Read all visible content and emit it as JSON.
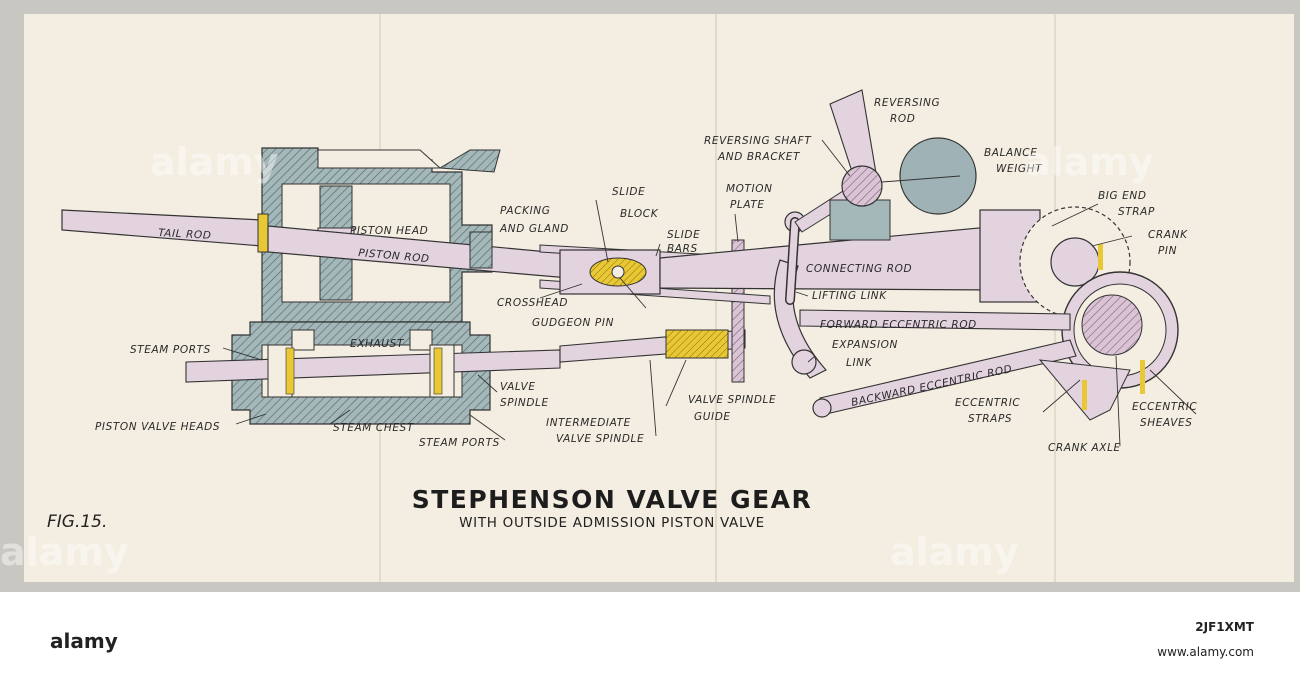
{
  "title": "STEPHENSON VALVE GEAR",
  "subtitle": "WITH OUTSIDE ADMISSION PISTON VALVE",
  "figure_label": "FIG.15.",
  "labels": {
    "reversing_rod": [
      "REVERSING",
      "ROD"
    ],
    "reversing_shaft": [
      "REVERSING SHAFT",
      "AND BRACKET"
    ],
    "balance_weight": [
      "BALANCE",
      "WEIGHT"
    ],
    "big_end_strap": [
      "BIG END",
      "STRAP"
    ],
    "crank_pin": [
      "CRANK",
      "PIN"
    ],
    "motion_plate": [
      "MOTION",
      "PLATE"
    ],
    "slide_block": [
      "SLIDE",
      "BLOCK"
    ],
    "packing_gland": [
      "PACKING",
      "AND GLAND"
    ],
    "slide_bars": [
      "SLIDE",
      "BARS"
    ],
    "tail_rod": "TAIL ROD",
    "piston_head": "PISTON HEAD",
    "piston_rod": "PISTON ROD",
    "connecting_rod": "CONNECTING ROD",
    "crosshead": "CROSSHEAD",
    "lifting_link": "LIFTING LINK",
    "gudgeon_pin": "GUDGEON PIN",
    "forward_eccentric_rod": "FORWARD ECCENTRIC ROD",
    "expansion_link": [
      "EXPANSION",
      "LINK"
    ],
    "steam_ports_top": "STEAM PORTS",
    "exhaust": "EXHAUST",
    "backward_eccentric_rod": "BACKWARD ECCENTRIC ROD",
    "valve_spindle": [
      "VALVE",
      "SPINDLE"
    ],
    "valve_spindle_guide": [
      "VALVE SPINDLE",
      "GUIDE"
    ],
    "eccentric_straps": [
      "ECCENTRIC",
      "STRAPS"
    ],
    "eccentric_sheaves": [
      "ECCENTRIC",
      "SHEAVES"
    ],
    "piston_valve_heads": "PISTON VALVE HEADS",
    "steam_chest": "STEAM CHEST",
    "intermediate_valve_spindle": [
      "INTERMEDIATE",
      "VALVE SPINDLE"
    ],
    "steam_ports_bottom": "STEAM PORTS",
    "crank_axle": "CRANK AXLE"
  },
  "watermark": "alamy",
  "stock_bar": {
    "logo": "alamy",
    "image_id": "2JF1XMT",
    "url": "www.alamy.com"
  },
  "colors": {
    "paper": "#f3eee1",
    "mount": "#c9c7c1",
    "section_blue": "#9fb3b6",
    "rod_pink": "#e2d3df",
    "brass_yellow": "#e8c935",
    "ink": "#2a2a2a"
  }
}
